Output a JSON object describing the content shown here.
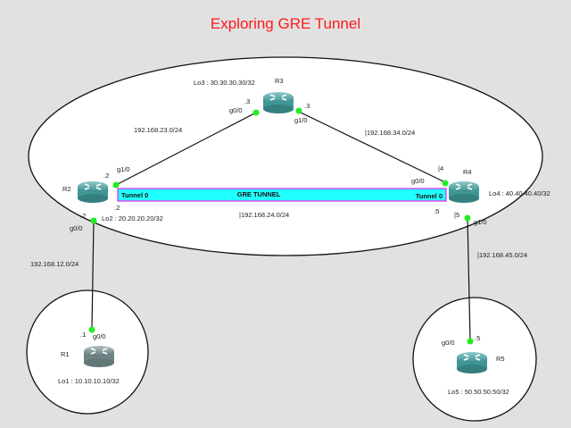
{
  "title": "Exploring GRE Tunnel",
  "colors": {
    "link_dot": "#22ee22",
    "tunnel_fill": "#22ffff",
    "tunnel_border": "#ee22ee",
    "router": "#3f9696",
    "router_r1": "#6e8484",
    "title": "#ff1a1a"
  },
  "routers": {
    "r1": {
      "name": "R1",
      "loopback": "Lo1 :  10.10.10.10/32",
      "g0_0": "g0/0",
      "ip": ".1"
    },
    "r2": {
      "name": "R2",
      "loopback": "Lo2 :  20.20.20.20/32",
      "g1_0": "g1/0",
      "g1_ip": ".2",
      "g0_0": "g0/0",
      "g0_ip": ".2",
      "tun_ip": ".2"
    },
    "r3": {
      "name": "R3",
      "loopback": "Lo3 :  30.30.30.30/32",
      "g0_0": "g0/0",
      "g0_ip": ".3",
      "g1_0": "g1/0",
      "g1_ip": ".3"
    },
    "r4": {
      "name": "R4",
      "loopback": "Lo4 :  40.40.40.40/32",
      "g0_0": "g0/0",
      "g0_ip": "|4",
      "g1_0": "g1/0",
      "g1_ip": "|5",
      "tun_ip": ".5"
    },
    "r5": {
      "name": "R5",
      "loopback": "Lo5 :  50.50.50.50/32",
      "g0_0": "g0/0",
      "ip": ".5"
    }
  },
  "networks": {
    "n12": "192.168.12.0/24",
    "n23": "192.168.23.0/24",
    "n34": "|192.168.34.0/24",
    "n24": "|192.168.24.0/24",
    "n45": "|192.168.45.0/24"
  },
  "tunnel": {
    "left": "Tunnel 0",
    "center": "GRE TUNNEL",
    "right": "Tunnel 0"
  }
}
